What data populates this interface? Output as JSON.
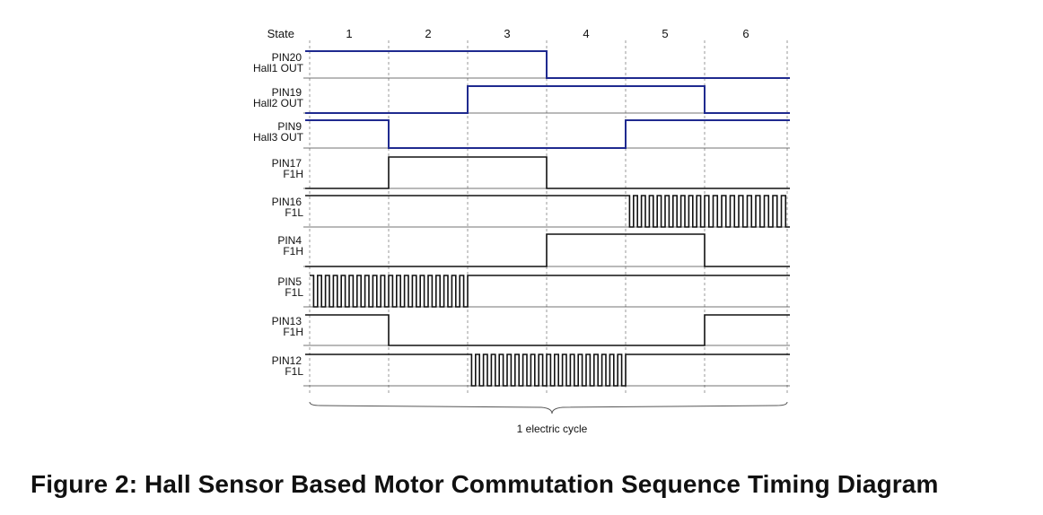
{
  "header": {
    "state_label": "State",
    "states": [
      "1",
      "2",
      "3",
      "4",
      "5",
      "6"
    ]
  },
  "colors": {
    "hall": "#1f2a8f",
    "drive": "#111111",
    "guide": "#9a9a9a"
  },
  "signals": [
    {
      "id": "pin20",
      "line1": "PIN20",
      "line2": "Hall1 OUT",
      "kind": "hall",
      "levels": [
        1,
        1,
        1,
        0,
        0,
        0
      ]
    },
    {
      "id": "pin19",
      "line1": "PIN19",
      "line2": "Hall2 OUT",
      "kind": "hall",
      "levels": [
        0,
        0,
        1,
        1,
        1,
        0
      ]
    },
    {
      "id": "pin9",
      "line1": "PIN9",
      "line2": "Hall3 OUT",
      "kind": "hall",
      "levels": [
        1,
        0,
        0,
        0,
        1,
        1
      ]
    },
    {
      "id": "pin17",
      "line1": "PIN17",
      "line2": "F1H",
      "kind": "drive",
      "levels": [
        0,
        1,
        1,
        0,
        0,
        0
      ]
    },
    {
      "id": "pin16",
      "line1": "PIN16",
      "line2": "F1L",
      "kind": "drive",
      "levels": [
        1,
        1,
        1,
        1,
        "pwm",
        "pwm"
      ]
    },
    {
      "id": "pin4",
      "line1": "PIN4",
      "line2": "F1H",
      "kind": "drive",
      "levels": [
        0,
        0,
        0,
        1,
        1,
        0
      ]
    },
    {
      "id": "pin5",
      "line1": "PIN5",
      "line2": "F1L",
      "kind": "drive",
      "levels": [
        "pwm",
        "pwm",
        1,
        1,
        1,
        1
      ]
    },
    {
      "id": "pin13",
      "line1": "PIN13",
      "line2": "F1H",
      "kind": "drive",
      "levels": [
        1,
        0,
        0,
        0,
        0,
        1
      ]
    },
    {
      "id": "pin12",
      "line1": "PIN12",
      "line2": "F1L",
      "kind": "drive",
      "levels": [
        1,
        1,
        "pwm",
        "pwm",
        1,
        1
      ]
    }
  ],
  "cycle_label": "1 electric cycle",
  "caption": "Figure 2: Hall Sensor Based Motor Commutation Sequence Timing Diagram"
}
